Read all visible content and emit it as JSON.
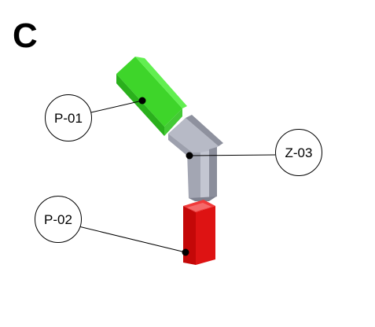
{
  "panel": {
    "letter": "C"
  },
  "parts": [
    {
      "id": "p01",
      "label": "P-01",
      "description": "green rectangular tube segment",
      "color": "#33dd22"
    },
    {
      "id": "z03",
      "label": "Z-03",
      "description": "grey bent channel connector",
      "color": "#a6a9b8"
    },
    {
      "id": "p02",
      "label": "P-02",
      "description": "red rectangular tube segment",
      "color": "#d80f0f"
    }
  ],
  "colors": {
    "leader_line": "#000000",
    "callout_border": "#000000",
    "callout_fill": "#ffffff"
  }
}
